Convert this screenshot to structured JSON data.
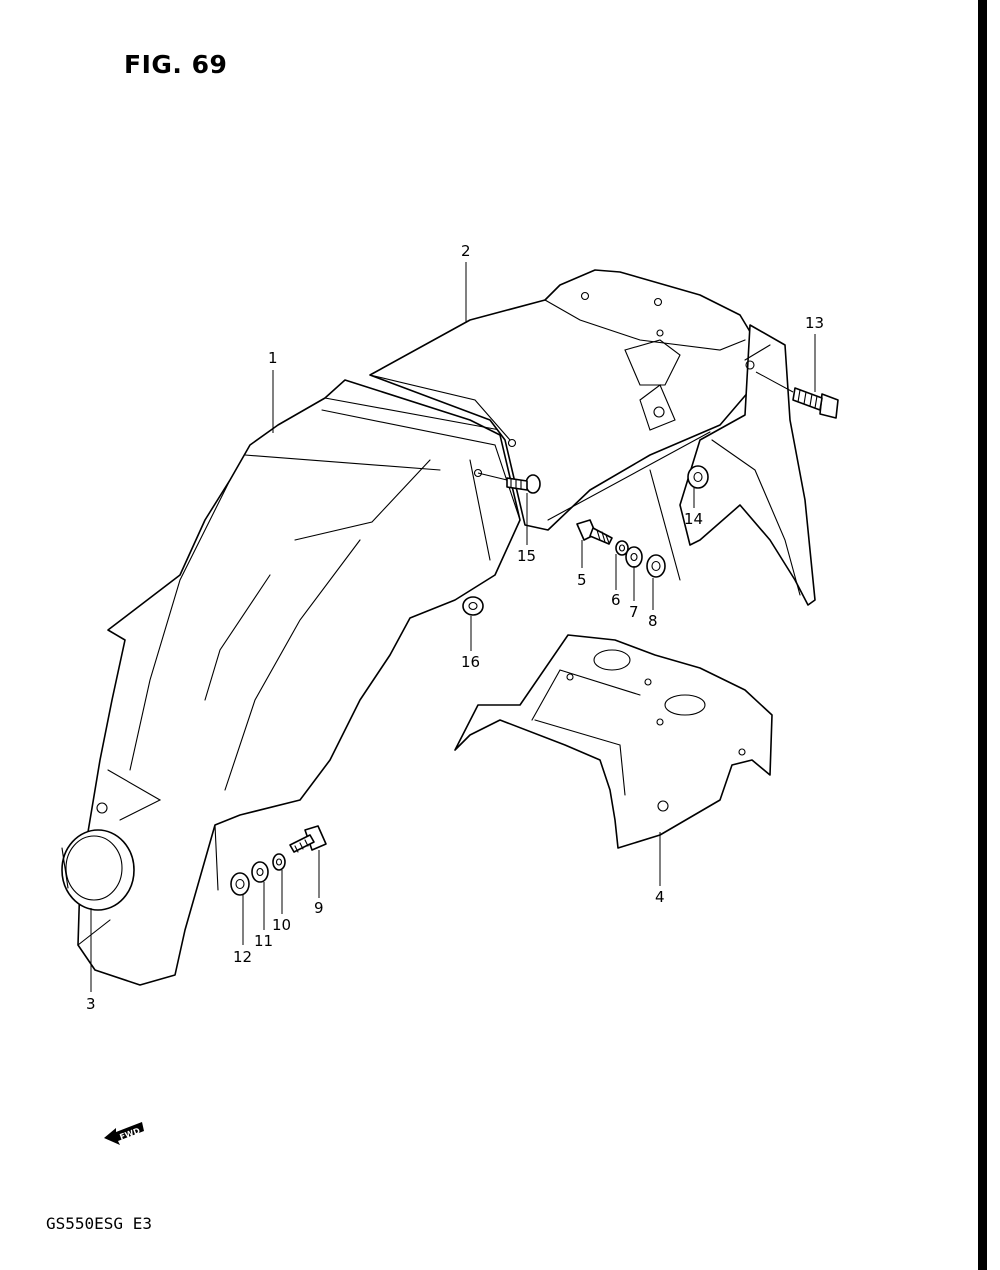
{
  "figure": {
    "title": "FIG. 69"
  },
  "model": {
    "code": "GS550ESG  E3"
  },
  "fwd": {
    "label": "FWD"
  },
  "callouts": [
    {
      "id": "1",
      "label": "1"
    },
    {
      "id": "2",
      "label": "2"
    },
    {
      "id": "3",
      "label": "3"
    },
    {
      "id": "4",
      "label": "4"
    },
    {
      "id": "5",
      "label": "5"
    },
    {
      "id": "6",
      "label": "6"
    },
    {
      "id": "7",
      "label": "7"
    },
    {
      "id": "8",
      "label": "8"
    },
    {
      "id": "9",
      "label": "9"
    },
    {
      "id": "10",
      "label": "10"
    },
    {
      "id": "11",
      "label": "11"
    },
    {
      "id": "12",
      "label": "12"
    },
    {
      "id": "13",
      "label": "13"
    },
    {
      "id": "14",
      "label": "14"
    },
    {
      "id": "15",
      "label": "15"
    },
    {
      "id": "16",
      "label": "16"
    }
  ]
}
